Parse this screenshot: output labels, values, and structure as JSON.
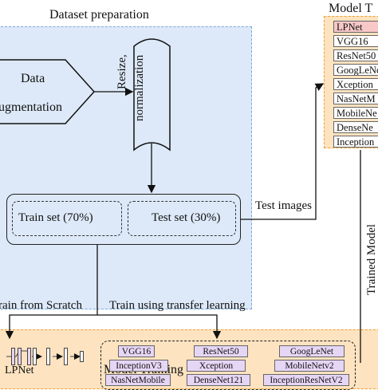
{
  "diagram": {
    "dataset_title": "Dataset  preparation",
    "test_title": "Model T",
    "training_title": "Model Training",
    "data_aug": {
      "line1": "Data",
      "line2": "ugmentation"
    },
    "resize": {
      "line1": "Resize,",
      "line2": "normalization"
    },
    "train_set": "Train set (70%)",
    "test_set": "Test set (30%)",
    "test_images": "Test images",
    "trained_model": "Trained Model",
    "train_scratch": "rain from Scratch",
    "train_transfer": "Train using transfer learning",
    "lpnet_label": "LPNet",
    "test_models": [
      "LPNet",
      "VGG16",
      "ResNet50",
      "GoogLeNet",
      "Xception",
      "NasNetM",
      "MobileNe",
      "DenseNe",
      "Inception"
    ],
    "transfer_models": [
      [
        "VGG16",
        "ResNet50",
        "GoogLeNet"
      ],
      [
        "InceptionV3",
        "Xception",
        "MobileNetv2"
      ],
      [
        "NasNetMobile",
        "DenseNet121",
        "InceptionResNetV2"
      ]
    ],
    "colors": {
      "dataset_bg": "#dde9f8",
      "panel_orange_bg": "#fde3c0",
      "highlight_lpnet": "#f8c8c8",
      "transfer_model_bg": "#e6d6f5"
    }
  }
}
